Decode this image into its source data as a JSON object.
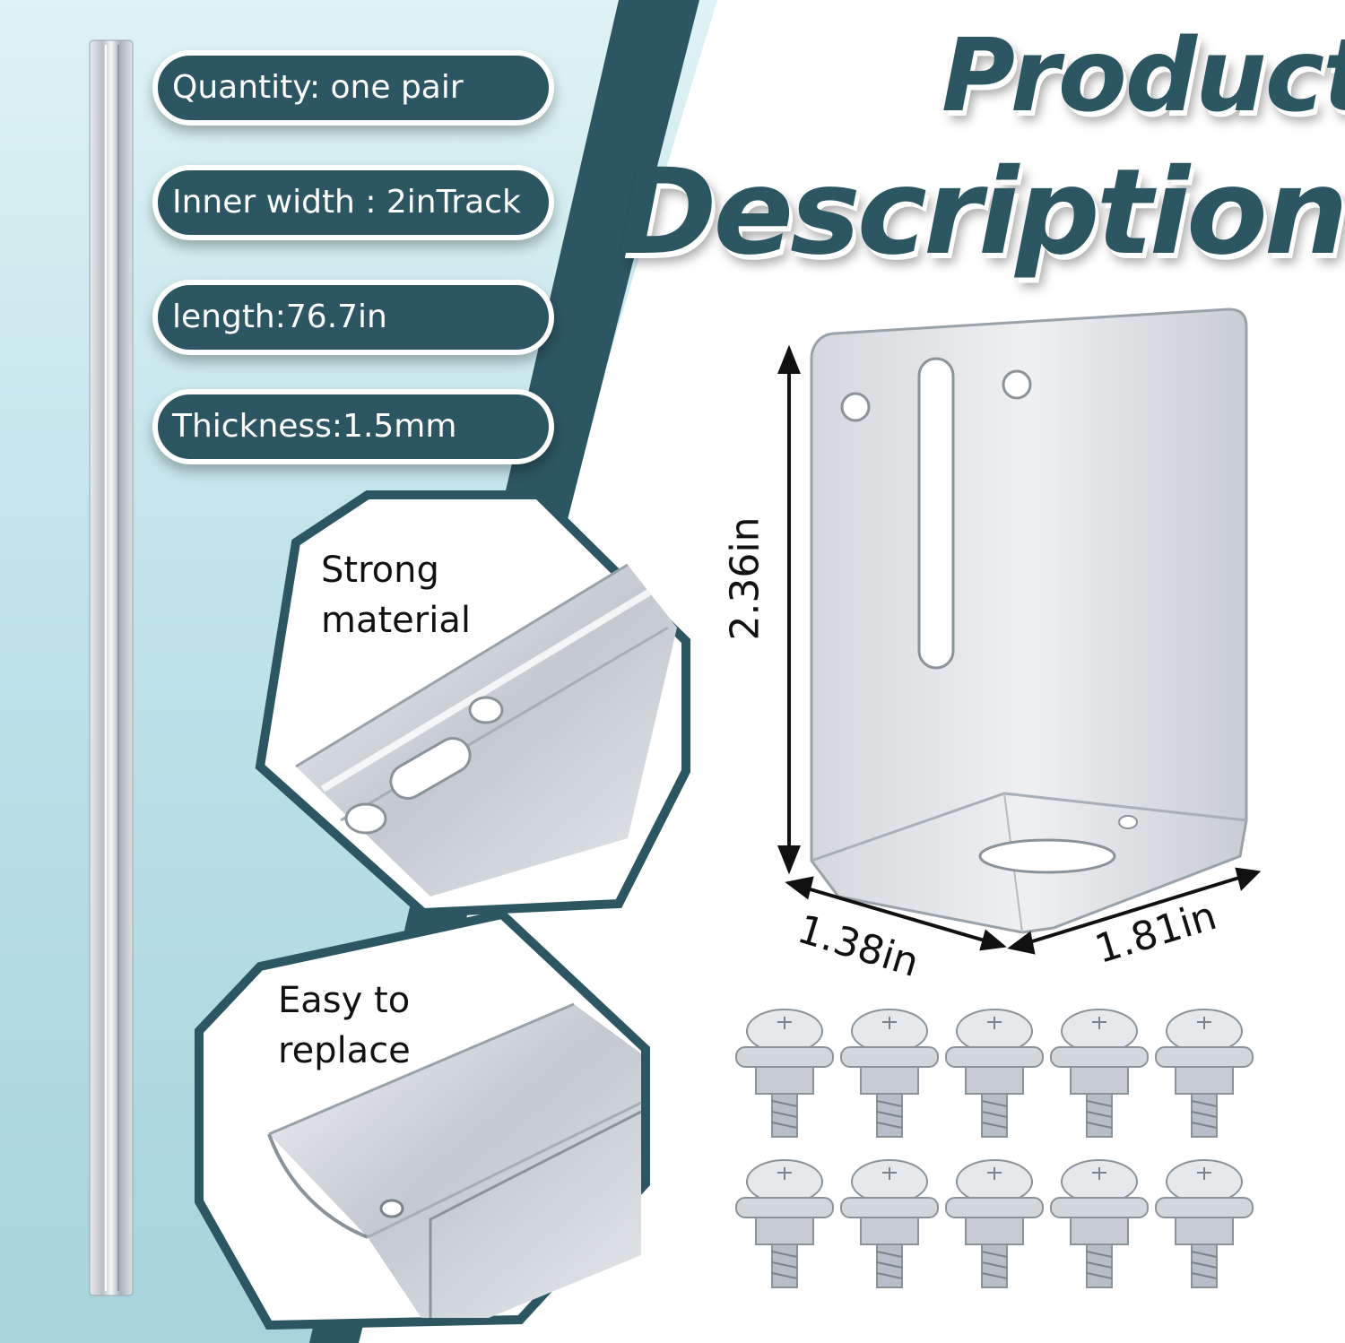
{
  "specs": {
    "quantity": "Quantity: one pair",
    "inner_width": "Inner width : 2inTrack",
    "length": "length:76.7in",
    "thickness": "Thickness:1.5mm"
  },
  "title": {
    "line1": "Product",
    "line2": "Description"
  },
  "features": {
    "strong": [
      "Strong",
      "material"
    ],
    "replace": [
      "Easy to",
      "replace"
    ]
  },
  "dimensions": {
    "height": "2.36in",
    "depth": "1.38in",
    "width": "1.81in"
  },
  "colors": {
    "accent": "#2c5661",
    "panel_light": "#cfe9ee",
    "panel_mid": "#a9d3da",
    "metal": "#c9ced3"
  },
  "icons": {
    "screw": "screw-with-washer-icon",
    "bracket": "l-bracket-icon",
    "rail": "steel-track-rail-icon"
  }
}
